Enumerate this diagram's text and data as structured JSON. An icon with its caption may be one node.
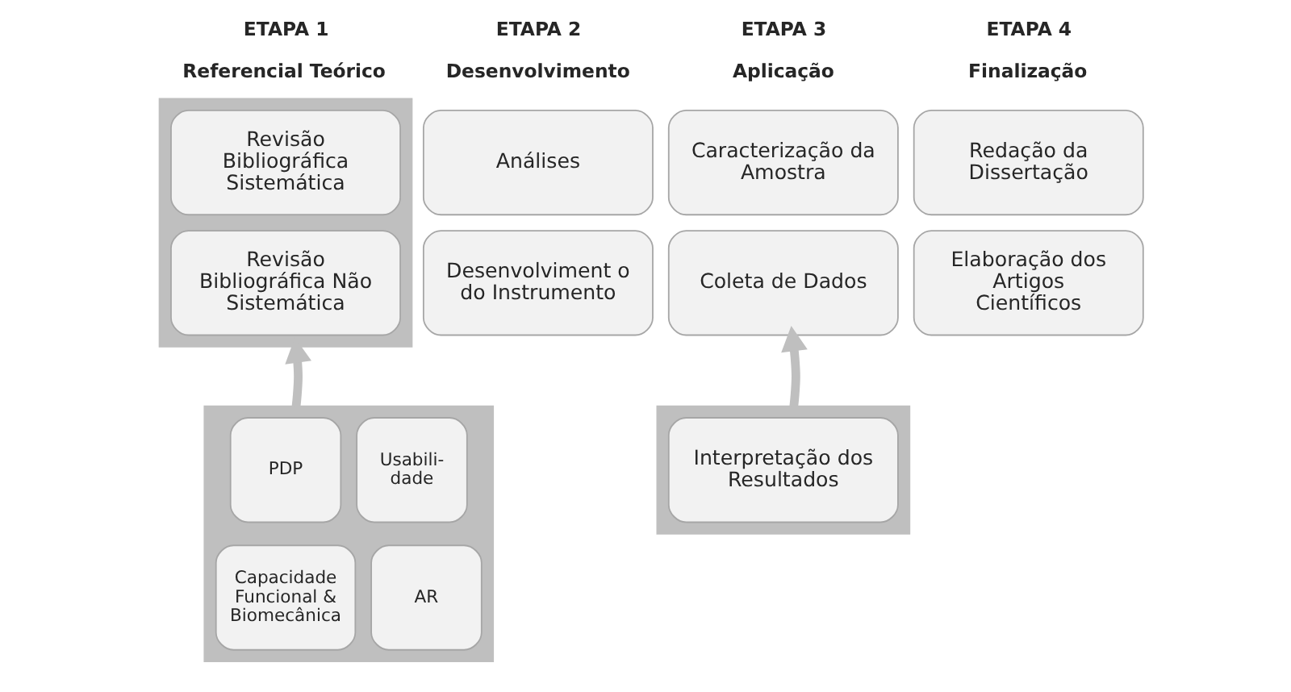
{
  "diagram": {
    "nodes": [
      {
        "text": [],
        "shape": "box"
      },
      {
        "text": [
          "Revisão Bibliográfica Sistemática"
        ],
        "in": 0
      },
      {
        "text": [
          "Revisão Bibliográfica Não Sistemática"
        ],
        "in": 0
      },
      {
        "text": [],
        "shape": "box"
      },
      {
        "text": [
          "PDP"
        ],
        "in": 3
      },
      {
        "text": [
          "Usabili- dade"
        ],
        "in": 3
      },
      {
        "text": [
          "Capacidade Funcional & Biomecânica"
        ],
        "in": 3
      },
      {
        "text": [
          "AR"
        ],
        "in": 3
      },
      {
        "text": [
          "Análises"
        ]
      },
      {
        "text": [
          "Desenvolviment o do Instrumento"
        ]
      },
      {
        "text": [
          "Caracterização da Amostra"
        ]
      },
      {
        "text": [
          "Coleta de Dados"
        ]
      },
      {
        "text": [],
        "shape": "box"
      },
      {
        "text": [
          "Interpretação dos Resultados"
        ],
        "in": 12
      },
      {
        "text": [
          "Redação da Dissertação"
        ]
      },
      {
        "text": [
          "Elaboração dos Artigos Científicos"
        ]
      }
    ],
    "edges": [
      {
        "from": 3,
        "to": 0,
        "arrow": "to"
      },
      {
        "from": 12,
        "to": 11,
        "arrow": "to"
      }
    ],
    "labels": [
      "ETAPA 1",
      "Referencial Teórico",
      "ETAPA 2",
      "Desenvolvimento",
      "ETAPA 3",
      "Aplicação",
      "ETAPA 4",
      "Finalização"
    ]
  }
}
